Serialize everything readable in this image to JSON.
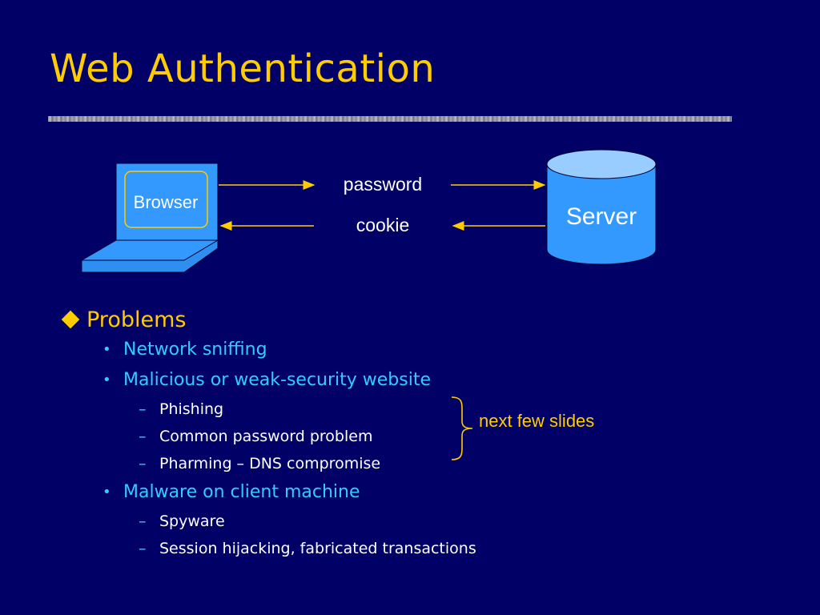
{
  "title": "Web Authentication",
  "diagram": {
    "browser_label": "Browser",
    "server_label": "Server",
    "arrow_top_label": "password",
    "arrow_bottom_label": "cookie",
    "colors": {
      "device_fill": "#3399ff",
      "server_top": "#99ccff",
      "line": "#ffcc00",
      "label": "#ffffff"
    }
  },
  "problems": {
    "heading": "Problems",
    "items": [
      {
        "text": "Network sniffing",
        "sub": []
      },
      {
        "text": "Malicious or weak-security website",
        "sub": [
          "Phishing",
          "Common password problem",
          "Pharming – DNS compromise"
        ]
      },
      {
        "text": "Malware on client machine",
        "sub": [
          "Spyware",
          "Session hijacking, fabricated transactions"
        ]
      }
    ]
  },
  "note": "next few slides",
  "symbols": {
    "bullet": "•",
    "dash": "–"
  }
}
